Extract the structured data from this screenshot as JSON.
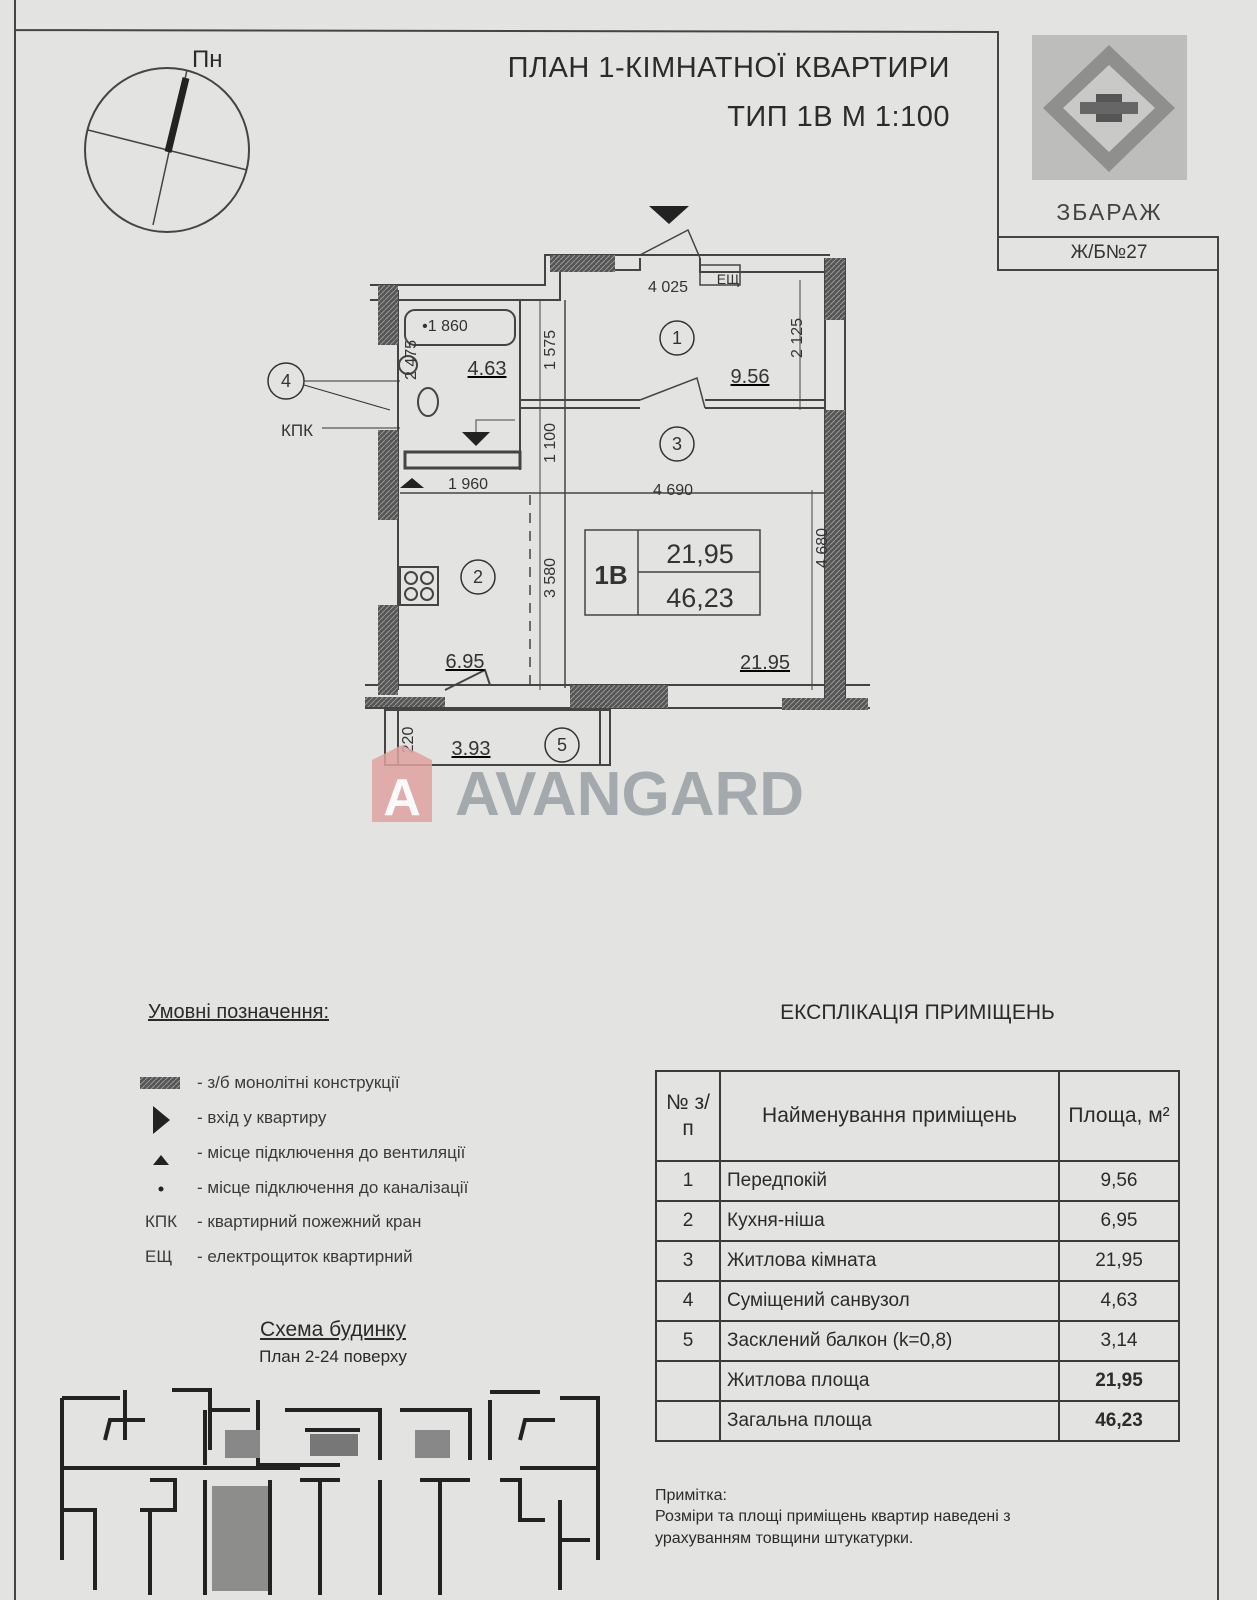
{
  "header": {
    "title_line1": "ПЛАН 1-КІМНАТНОЇ КВАРТИРИ",
    "title_line2": "ТИП 1В  М 1:100",
    "north_label": "Пн",
    "brand": "ЗБАРАЖ",
    "building_code": "Ж/Б№27"
  },
  "plan": {
    "dimensions": {
      "d4025": "4 025",
      "panel": "ЕЩ",
      "bath": "•1 860",
      "d2475": "2 475",
      "d1575": "1 575",
      "d2125": "2 125",
      "d1100": "1 100",
      "d1960": "1 960",
      "d4690": "4 690",
      "d3580": "3 580",
      "d4680": "4 680",
      "d220": "220"
    },
    "room_areas": {
      "r1": "9.56",
      "r2": "6.95",
      "r3": "21.95",
      "r4": "4.63",
      "r5": "3.93"
    },
    "room_numbers": [
      "1",
      "2",
      "3",
      "4",
      "5"
    ],
    "fire_tap_label": "КПК",
    "apartment_box": {
      "type": "1В",
      "living": "21,95",
      "total": "46,23"
    }
  },
  "watermark": {
    "text": "AVANGARD",
    "letter": "A",
    "color": "#d9534f"
  },
  "legend": {
    "title": "Умовні позначення:",
    "items": [
      {
        "symbol": "hatched-wall",
        "text": "- з/б монолітні конструкції"
      },
      {
        "symbol": "entrance-triangle",
        "text": "- вхід у квартиру"
      },
      {
        "symbol": "ventilation-triangle",
        "text": "- місце підключення до вентиляції"
      },
      {
        "symbol": "dot",
        "text": "- місце підключення до каналізації"
      },
      {
        "symbol": "КПК",
        "text": "- квартирний пожежний кран"
      },
      {
        "symbol": "ЕЩ",
        "text": "- електрощиток квартирний"
      }
    ]
  },
  "explication": {
    "title": "ЕКСПЛІКАЦІЯ ПРИМІЩЕНЬ",
    "headers": {
      "num": "№ з/п",
      "name": "Найменування приміщень",
      "area": "Площа, м²"
    },
    "rows": [
      {
        "num": "1",
        "name": "Передпокій",
        "area": "9,56"
      },
      {
        "num": "2",
        "name": "Кухня-ніша",
        "area": "6,95"
      },
      {
        "num": "3",
        "name": "Житлова кімната",
        "area": "21,95"
      },
      {
        "num": "4",
        "name": "Суміщений санвузол",
        "area": "4,63"
      },
      {
        "num": "5",
        "name": "Засклений балкон (k=0,8)",
        "area": "3,14"
      }
    ],
    "totals": [
      {
        "name": "Житлова площа",
        "area": "21,95"
      },
      {
        "name": "Загальна площа",
        "area": "46,23"
      }
    ]
  },
  "scheme": {
    "title": "Схема будинку",
    "subtitle": "План 2-24 поверху"
  },
  "note": {
    "title": "Примітка:",
    "line1": "Розміри та площі приміщень квартир наведені з",
    "line2": "урахуванням товщини штукатурки."
  }
}
